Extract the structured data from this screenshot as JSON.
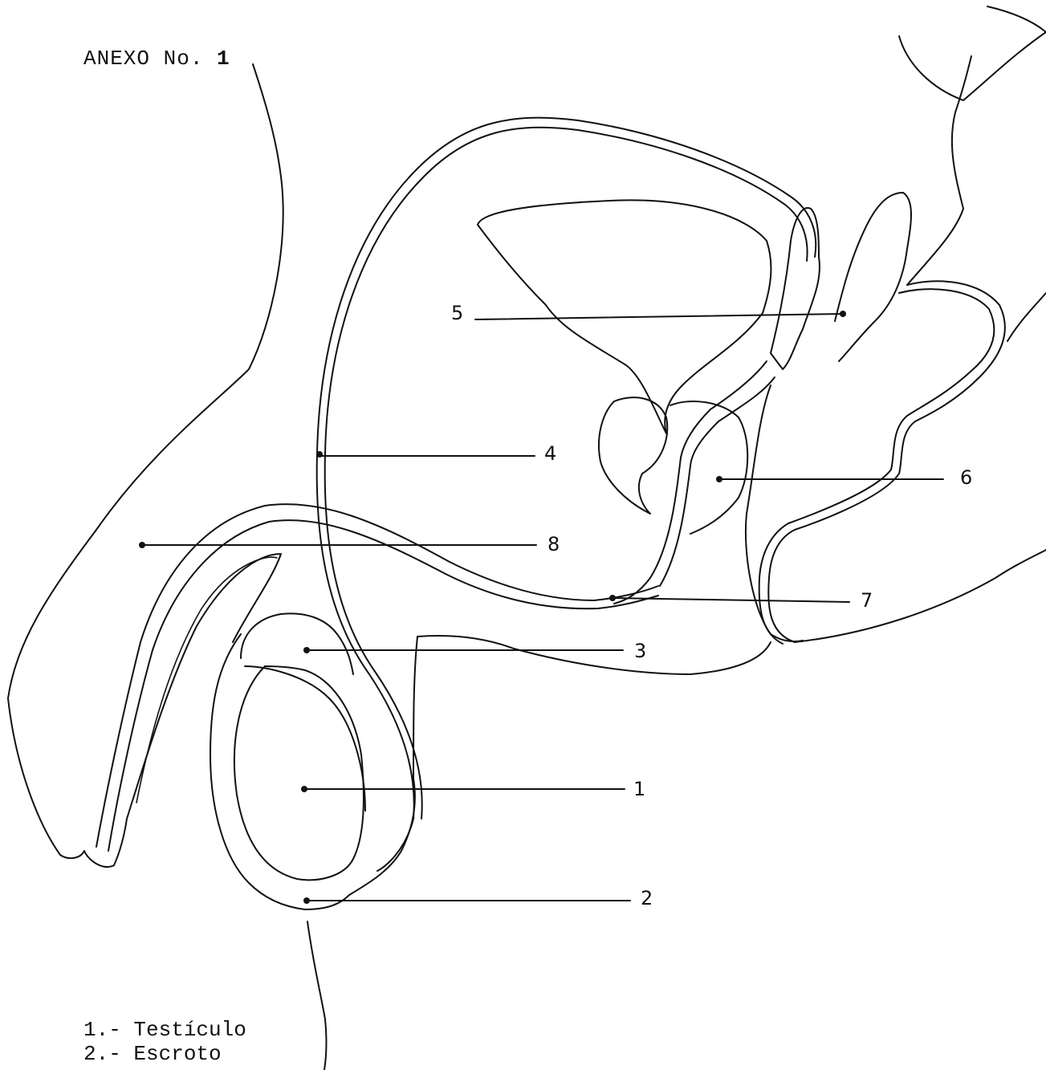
{
  "title": {
    "prefix": "ANEXO No.",
    "number": "1"
  },
  "labels": [
    {
      "id": "1",
      "text": "1"
    },
    {
      "id": "2",
      "text": "2"
    },
    {
      "id": "3",
      "text": "3"
    },
    {
      "id": "4",
      "text": "4"
    },
    {
      "id": "5",
      "text": "5"
    },
    {
      "id": "6",
      "text": "6"
    },
    {
      "id": "7",
      "text": "7"
    },
    {
      "id": "8",
      "text": "8"
    }
  ],
  "legend": [
    "1.- Testículo",
    "2.- Escroto"
  ]
}
